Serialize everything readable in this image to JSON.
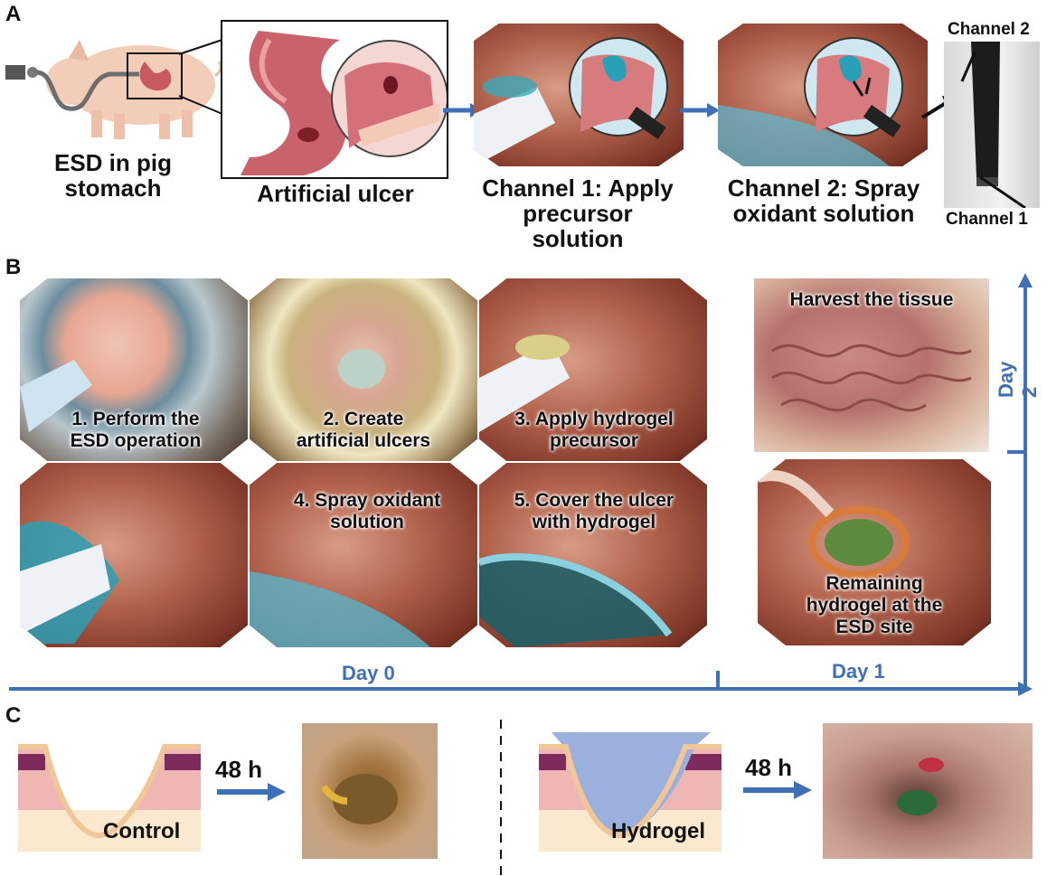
{
  "panels": {
    "a": "A",
    "b": "B",
    "c": "C"
  },
  "panel_a": {
    "pig_label": "ESD in pig\nstomach",
    "ulcer_label": "Artificial ulcer",
    "channel1_label": "Channel 1: Apply\nprecursor\nsolution",
    "channel2_label": "Channel 2: Spray\noxidant solution",
    "channel2_tag": "Channel 2",
    "channel1_tag": "Channel 1"
  },
  "panel_b": {
    "steps": [
      "1. Perform the\nESD operation",
      "2. Create\nartificial ulcers",
      "3. Apply hydrogel\nprecursor",
      "4. Spray oxidant\nsolution",
      "5. Cover the ulcer\nwith hydrogel"
    ],
    "harvest": "Harvest the tissue",
    "remaining": "Remaining\nhydrogel at the\nESD site",
    "day0": "Day 0",
    "day1": "Day 1",
    "day2": "Day 2"
  },
  "panel_c": {
    "control_label": "Control",
    "hydrogel_label": "Hydrogel",
    "time_left": "48 h",
    "time_right": "48 h"
  },
  "colors": {
    "arrow_blue": "#3f6fb5",
    "hydrogel_blue": "#2aa0b8",
    "tissue_pink": "#e9a8a8"
  }
}
